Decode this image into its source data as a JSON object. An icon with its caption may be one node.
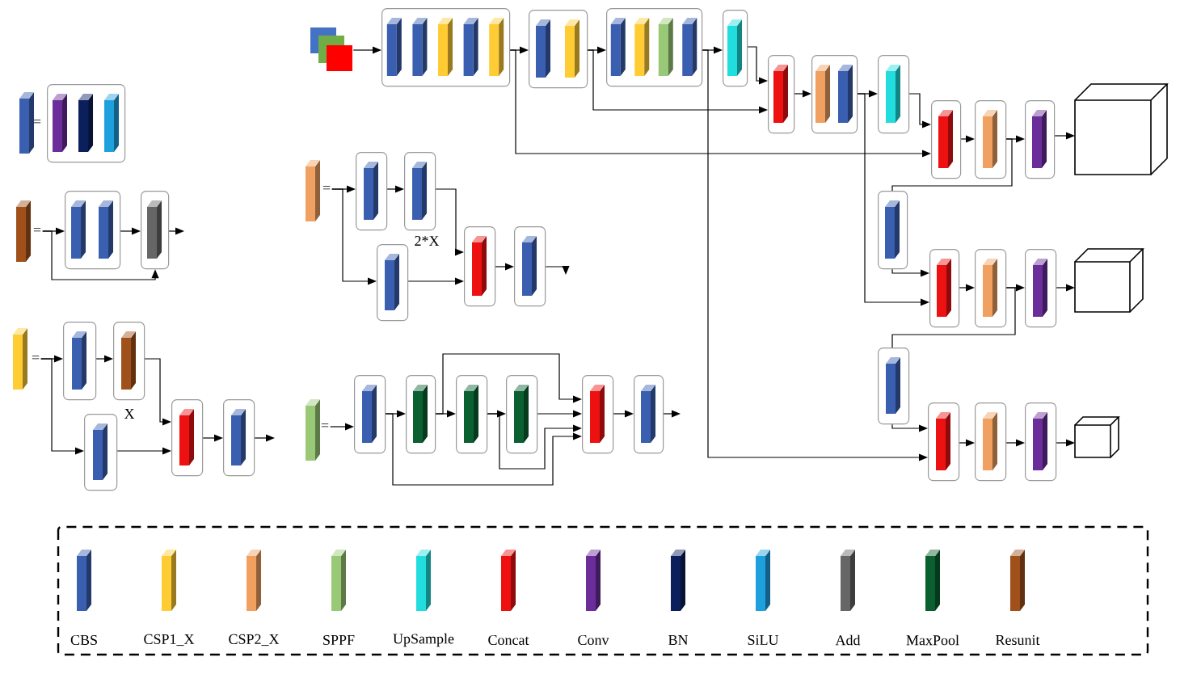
{
  "diagram": {
    "nodes": [
      {
        "text": [],
        "shape": "picture"
      },
      {
        "text": [],
        "shape": "box"
      },
      {
        "text": [],
        "shape": "box"
      },
      {
        "text": [],
        "shape": "box"
      },
      {
        "text": [],
        "shape": "box"
      },
      {
        "text": [],
        "shape": "box"
      },
      {
        "text": [],
        "shape": "box"
      },
      {
        "text": [],
        "shape": "box"
      },
      {
        "text": [],
        "shape": "box"
      },
      {
        "text": [],
        "shape": "box"
      },
      {
        "text": [],
        "shape": "box"
      },
      {
        "text": [],
        "shape": "cube"
      },
      {
        "text": [],
        "shape": "box"
      },
      {
        "text": [],
        "shape": "box"
      },
      {
        "text": [],
        "shape": "box"
      },
      {
        "text": [],
        "shape": "box"
      },
      {
        "text": [],
        "shape": "cube"
      },
      {
        "text": [],
        "shape": "box"
      },
      {
        "text": [],
        "shape": "box"
      },
      {
        "text": [],
        "shape": "box"
      },
      {
        "text": [],
        "shape": "box"
      },
      {
        "text": [],
        "shape": "cube"
      },
      {
        "text": [],
        "shape": "box",
        "beside": [
          "="
        ]
      },
      {
        "text": [],
        "shape": "box"
      },
      {
        "text": [],
        "shape": "box"
      },
      {
        "text": [],
        "shape": "box"
      },
      {
        "text": [],
        "shape": "box",
        "beside": [
          "X"
        ]
      },
      {
        "text": [],
        "shape": "box"
      },
      {
        "text": [],
        "shape": "box"
      },
      {
        "text": [],
        "shape": "box"
      },
      {
        "text": [],
        "shape": "box"
      },
      {
        "text": [],
        "shape": "box",
        "beside": [
          "2*X"
        ]
      },
      {
        "text": [],
        "shape": "box"
      },
      {
        "text": [],
        "shape": "box"
      },
      {
        "text": [],
        "shape": "box"
      },
      {
        "text": [],
        "shape": "box"
      },
      {
        "text": [],
        "shape": "box"
      },
      {
        "text": [],
        "shape": "box"
      },
      {
        "text": [],
        "shape": "box"
      },
      {
        "text": [],
        "shape": "box"
      },
      {
        "text": [],
        "shape": "box"
      },
      {
        "text": [
          "="
        ]
      },
      {
        "text": [
          "="
        ]
      },
      {
        "text": [
          "="
        ]
      },
      {
        "text": [
          "="
        ]
      }
    ],
    "edges": [
      {
        "from": 0,
        "to": 1,
        "arrow": "to"
      },
      {
        "from": 1,
        "to": 2,
        "arrow": "to"
      },
      {
        "from": 2,
        "to": 3,
        "arrow": "to"
      },
      {
        "from": 3,
        "to": 4,
        "arrow": "to"
      },
      {
        "from": 4,
        "to": 5,
        "arrow": "to"
      },
      {
        "from": 2,
        "to": 5,
        "arrow": "to"
      },
      {
        "from": 5,
        "to": 6,
        "arrow": "to"
      },
      {
        "from": 6,
        "to": 7,
        "arrow": "to"
      },
      {
        "from": 7,
        "to": 8,
        "arrow": "to"
      },
      {
        "from": 1,
        "to": 8,
        "arrow": "to"
      },
      {
        "from": 8,
        "to": 9,
        "arrow": "to"
      },
      {
        "from": 9,
        "to": 10,
        "arrow": "to"
      },
      {
        "from": 10,
        "to": 11,
        "arrow": "to"
      },
      {
        "from": 9,
        "to": 12,
        "arrow": "none"
      },
      {
        "from": 12,
        "to": 13,
        "arrow": "to"
      },
      {
        "from": 6,
        "to": 13,
        "arrow": "to"
      },
      {
        "from": 13,
        "to": 14,
        "arrow": "to"
      },
      {
        "from": 14,
        "to": 15,
        "arrow": "to"
      },
      {
        "from": 15,
        "to": 16,
        "arrow": "to"
      },
      {
        "from": 14,
        "to": 17,
        "arrow": "none"
      },
      {
        "from": 17,
        "to": 18,
        "arrow": "to"
      },
      {
        "from": 3,
        "to": 18,
        "arrow": "to"
      },
      {
        "from": 18,
        "to": 19,
        "arrow": "to"
      },
      {
        "from": 19,
        "to": 20,
        "arrow": "to"
      },
      {
        "from": 20,
        "to": 21,
        "arrow": "to"
      },
      {
        "from": 42,
        "to": 23,
        "arrow": "to"
      },
      {
        "from": 23,
        "to": 24,
        "arrow": "to"
      },
      {
        "from": 24,
        "to": null,
        "arrow": "to"
      },
      {
        "from": 42,
        "to": 24,
        "arrow": "to"
      },
      {
        "from": 43,
        "to": 25,
        "arrow": "to"
      },
      {
        "from": 25,
        "to": 26,
        "arrow": "to"
      },
      {
        "from": 26,
        "to": 28,
        "arrow": "to"
      },
      {
        "from": 43,
        "to": 27,
        "arrow": "to"
      },
      {
        "from": 27,
        "to": 28,
        "arrow": "to"
      },
      {
        "from": 28,
        "to": 29,
        "arrow": "to"
      },
      {
        "from": 29,
        "to": null,
        "arrow": "to"
      },
      {
        "from": 41,
        "to": 30,
        "arrow": "to"
      },
      {
        "from": 30,
        "to": 31,
        "arrow": "to"
      },
      {
        "from": 31,
        "to": 33,
        "arrow": "to"
      },
      {
        "from": 41,
        "to": 32,
        "arrow": "to"
      },
      {
        "from": 32,
        "to": 33,
        "arrow": "to"
      },
      {
        "from": 33,
        "to": 34,
        "arrow": "to"
      },
      {
        "from": 34,
        "to": null,
        "arrow": "to"
      },
      {
        "from": 44,
        "to": 35,
        "arrow": "to"
      },
      {
        "from": 35,
        "to": 36,
        "arrow": "to"
      },
      {
        "from": 36,
        "to": 37,
        "arrow": "to"
      },
      {
        "from": 37,
        "to": 38,
        "arrow": "to"
      },
      {
        "from": 38,
        "to": 39,
        "arrow": "to"
      },
      {
        "from": 36,
        "to": 39,
        "arrow": "to"
      },
      {
        "from": 37,
        "to": 39,
        "arrow": "to"
      },
      {
        "from": 35,
        "to": 39,
        "arrow": "to"
      },
      {
        "from": 39,
        "to": 40,
        "arrow": "to"
      },
      {
        "from": 40,
        "to": null,
        "arrow": "to"
      }
    ],
    "legend": [
      {
        "text": "CBS",
        "color": "#3a5fb0"
      },
      {
        "text": "CSP1_X",
        "color": "#ffcc33"
      },
      {
        "text": "CSP2_X",
        "color": "#f0a060"
      },
      {
        "text": "SPPF",
        "color": "#99c977"
      },
      {
        "text": "UpSample",
        "color": "#22dddd"
      },
      {
        "text": "Concat",
        "color": "#ee1111"
      },
      {
        "text": "Conv",
        "color": "#6a2d9a"
      },
      {
        "text": "BN",
        "color": "#0a1f5c"
      },
      {
        "text": "SiLU",
        "color": "#1ea0dd"
      },
      {
        "text": "Add",
        "color": "#666666"
      },
      {
        "text": "MaxPool",
        "color": "#0a6030"
      },
      {
        "text": "Resunit",
        "color": "#a0501a"
      }
    ]
  }
}
